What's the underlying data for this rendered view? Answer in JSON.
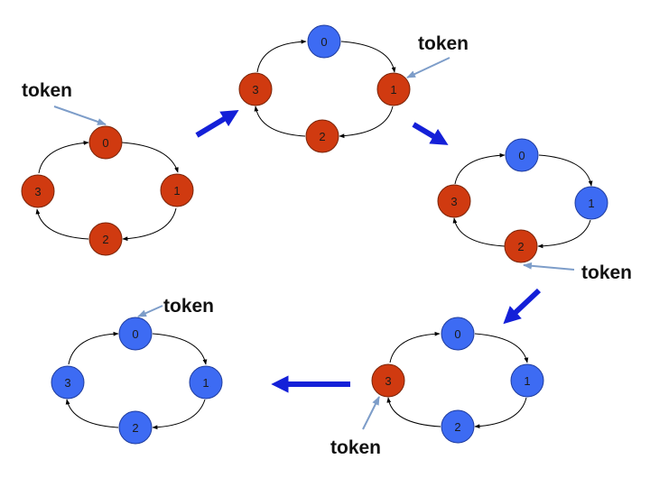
{
  "colors": {
    "active": "#d03a10",
    "active_stroke": "#7a2408",
    "passed": "#3d6bf3",
    "passed_stroke": "#1f3c9e",
    "ring_edge": "#000000",
    "step_arrow": "#1420d8",
    "token_pointer": "#7d9dc9"
  },
  "token_label": "token",
  "rings": [
    {
      "nodes": [
        {
          "label": "0",
          "state": "active"
        },
        {
          "label": "1",
          "state": "active"
        },
        {
          "label": "2",
          "state": "active"
        },
        {
          "label": "3",
          "state": "active"
        }
      ],
      "token_at": "0"
    },
    {
      "nodes": [
        {
          "label": "0",
          "state": "passed"
        },
        {
          "label": "1",
          "state": "active"
        },
        {
          "label": "2",
          "state": "active"
        },
        {
          "label": "3",
          "state": "active"
        }
      ],
      "token_at": "1"
    },
    {
      "nodes": [
        {
          "label": "0",
          "state": "passed"
        },
        {
          "label": "1",
          "state": "passed"
        },
        {
          "label": "2",
          "state": "active"
        },
        {
          "label": "3",
          "state": "active"
        }
      ],
      "token_at": "2"
    },
    {
      "nodes": [
        {
          "label": "0",
          "state": "passed"
        },
        {
          "label": "1",
          "state": "passed"
        },
        {
          "label": "2",
          "state": "passed"
        },
        {
          "label": "3",
          "state": "active"
        }
      ],
      "token_at": "3"
    },
    {
      "nodes": [
        {
          "label": "0",
          "state": "passed"
        },
        {
          "label": "1",
          "state": "passed"
        },
        {
          "label": "2",
          "state": "passed"
        },
        {
          "label": "3",
          "state": "passed"
        }
      ],
      "token_at": "0"
    }
  ]
}
